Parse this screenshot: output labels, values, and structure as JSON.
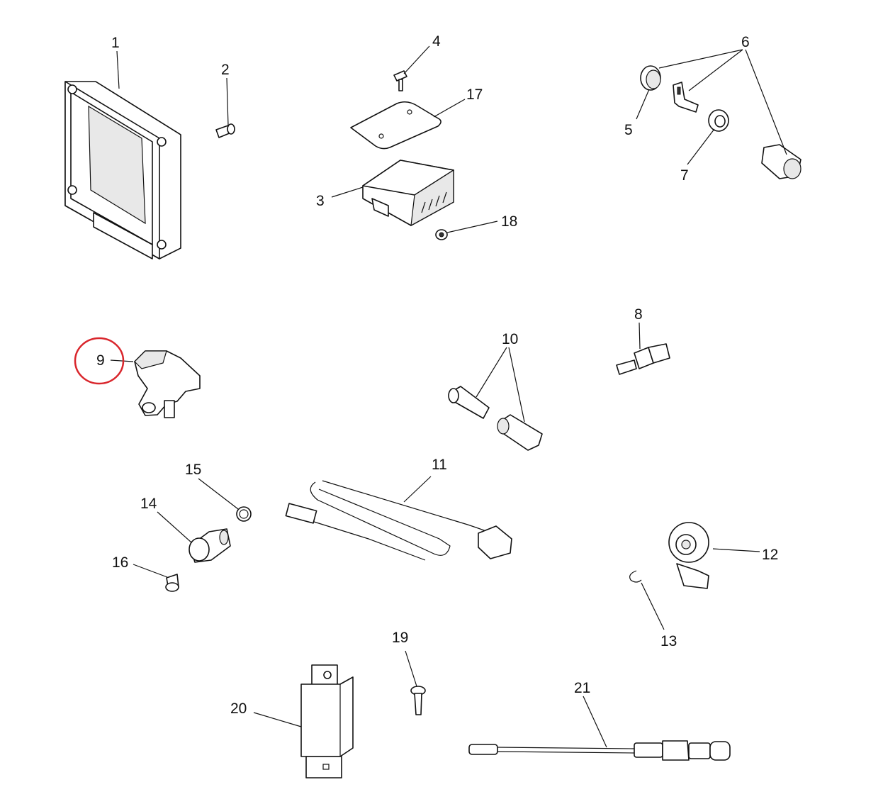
{
  "diagram_title": "",
  "labels": {
    "p1": "1",
    "p2": "2",
    "p3": "3",
    "p4": "4",
    "p5": "5",
    "p6": "6",
    "p7": "7",
    "p8": "8",
    "p9": "9",
    "p10": "10",
    "p11": "11",
    "p12": "12",
    "p13": "13",
    "p14": "14",
    "p15": "15",
    "p16": "16",
    "p17": "17",
    "p18": "18",
    "p19": "19",
    "p20": "20",
    "p21": "21"
  },
  "highlight": {
    "part": "9",
    "color": "#d9262c"
  }
}
